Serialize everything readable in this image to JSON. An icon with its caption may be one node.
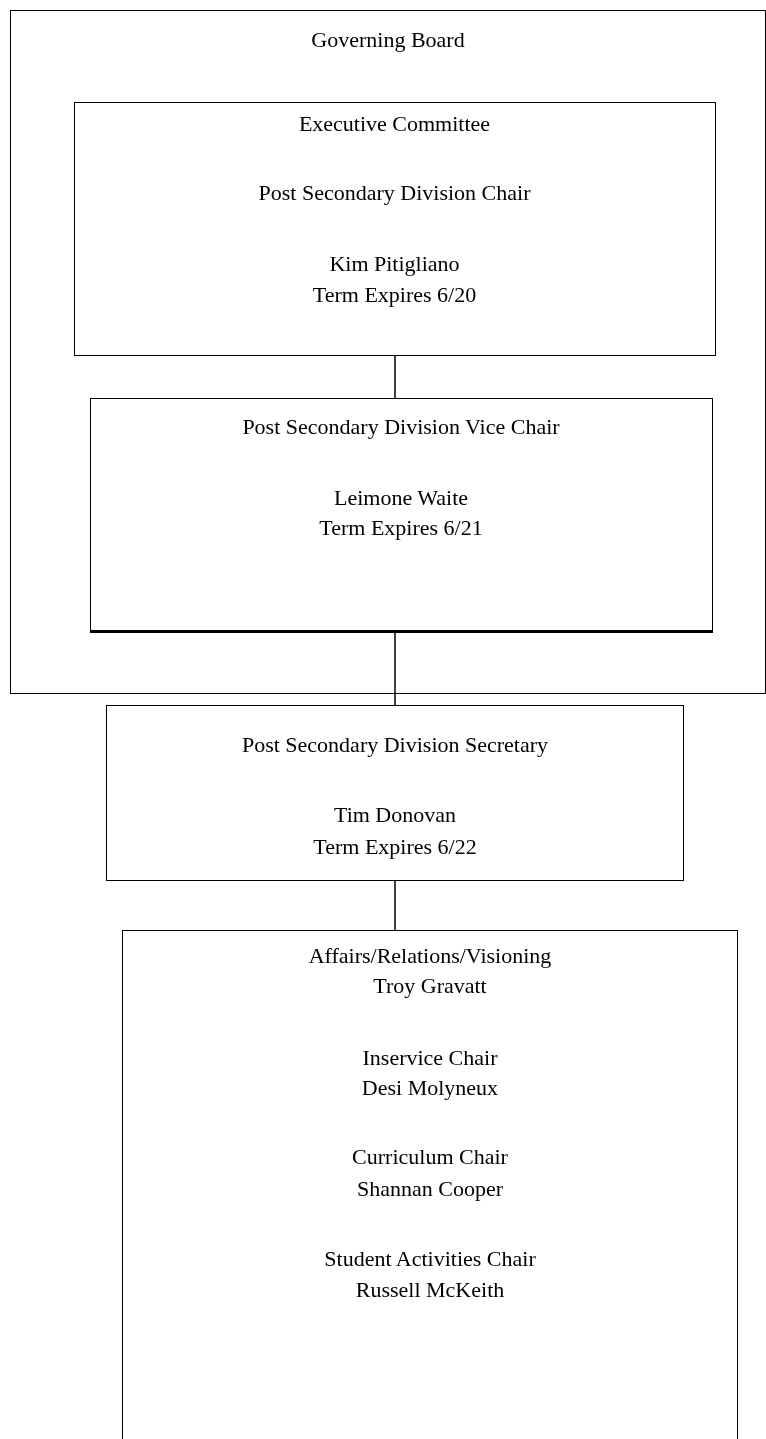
{
  "diagram": {
    "nodes": [
      {
        "text": [
          "Governing Board"
        ]
      },
      {
        "text": [
          "Executive Committee",
          "Post Secondary Division Chair",
          "Kim Pitigliano",
          "Term Expires 6/20"
        ],
        "in": 0
      },
      {
        "text": [
          "Post Secondary Division Vice Chair",
          "Leimone Waite",
          "Term Expires 6/21"
        ],
        "in": 0
      },
      {
        "text": [
          "Post Secondary Division Secretary",
          "Tim Donovan",
          "Term Expires 6/22"
        ]
      },
      {
        "text": [
          "Affairs/Relations/Visioning",
          "Troy Gravatt",
          "Inservice Chair",
          "Desi Molyneux",
          "Curriculum Chair",
          "Shannan Cooper",
          "Student Activities Chair",
          "Russell McKeith"
        ]
      }
    ],
    "edges": [
      {
        "from": 1,
        "to": 2,
        "arrow": "none"
      },
      {
        "from": 2,
        "to": 3,
        "arrow": "none"
      },
      {
        "from": 3,
        "to": 4,
        "arrow": "none"
      }
    ]
  }
}
